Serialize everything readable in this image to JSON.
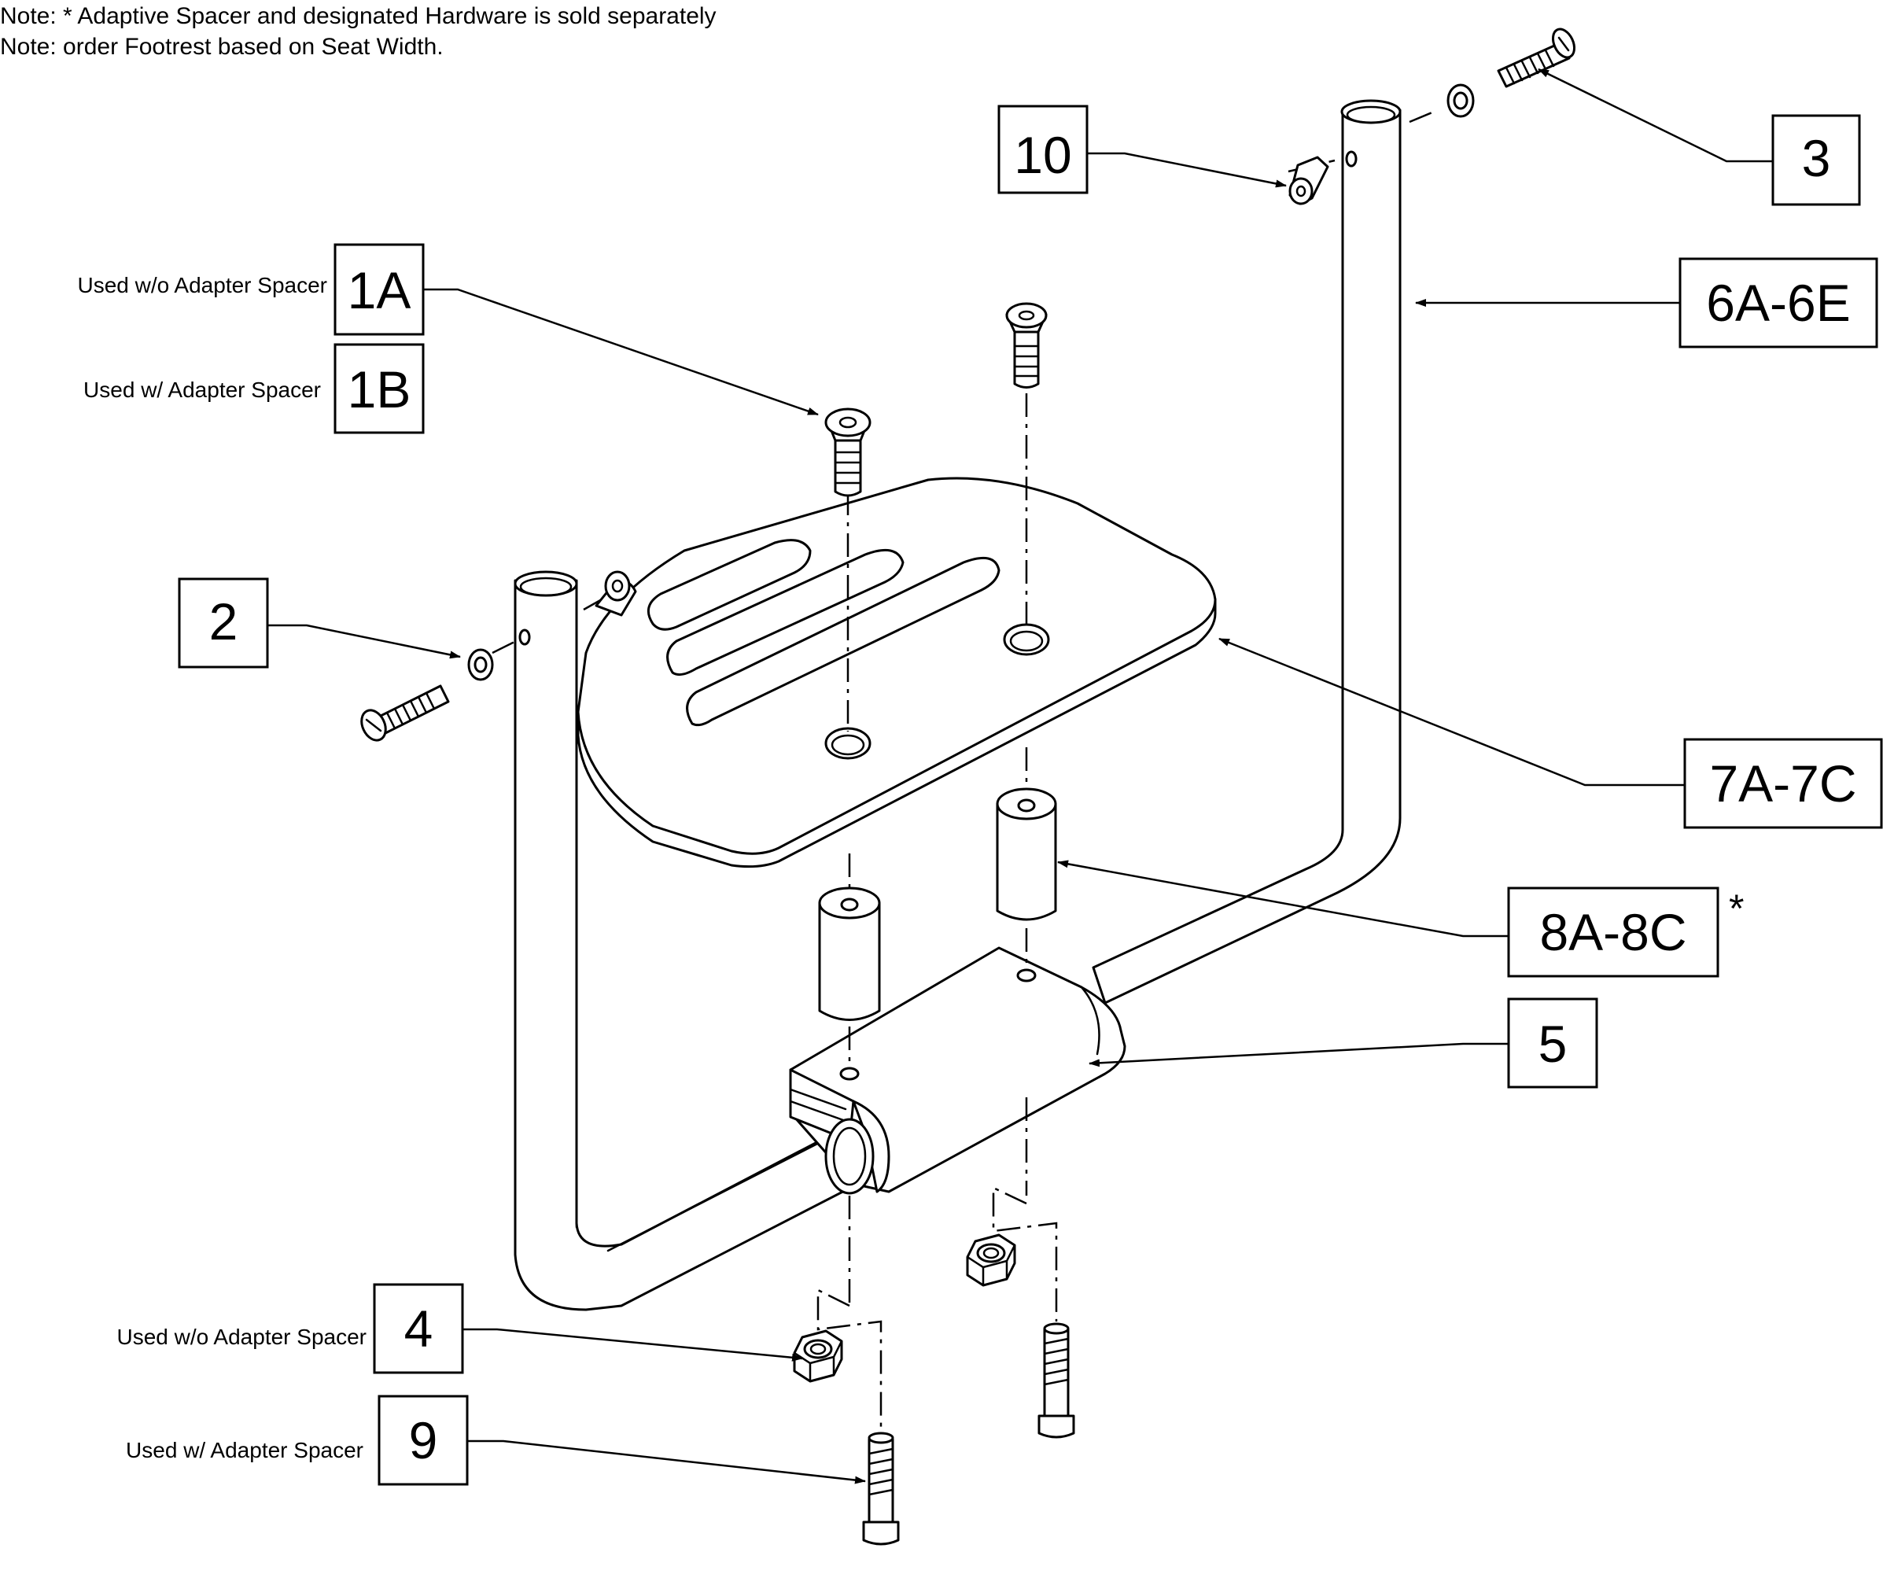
{
  "notes": [
    "Note: * Adaptive Spacer and designated Hardware is sold separately",
    "Note: order Footrest based on Seat Width."
  ],
  "callouts": {
    "c10": "10",
    "c3": "3",
    "c1a": "1A",
    "c1b": "1B",
    "c6": "6A-6E",
    "c2": "2",
    "c7": "7A-7C",
    "c8": "8A-8C",
    "c5": "5",
    "c4": "4",
    "c9": "9"
  },
  "asterisk": "*",
  "side_labels": {
    "l1a": "Used w/o Adapter Spacer",
    "l1b": "Used w/ Adapter Spacer",
    "l4": "Used w/o Adapter Spacer",
    "l9": "Used w/ Adapter Spacer"
  }
}
